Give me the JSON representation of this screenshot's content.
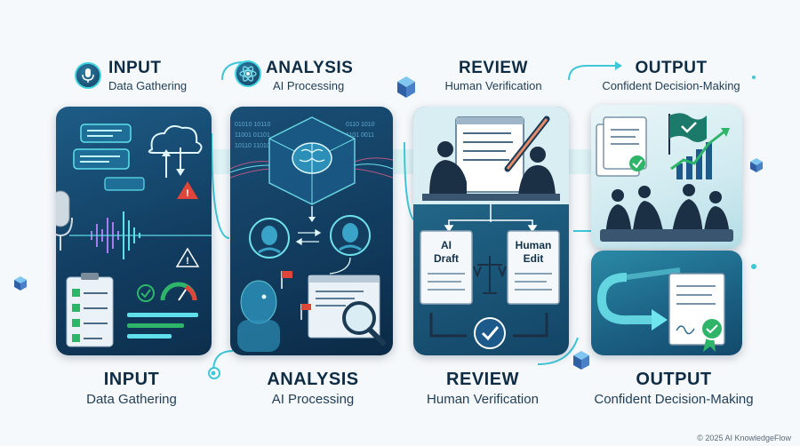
{
  "stages": [
    {
      "id": "input",
      "title": "INPUT",
      "subtitle": "Data Gathering"
    },
    {
      "id": "analysis",
      "title": "ANALYSIS",
      "subtitle": "AI Processing"
    },
    {
      "id": "review",
      "title": "REVIEW",
      "subtitle": "Human Verification"
    },
    {
      "id": "output",
      "title": "OUTPUT",
      "subtitle": "Confident Decision-Making"
    }
  ],
  "review_panel": {
    "ai_draft_label_1": "AI",
    "ai_draft_label_2": "Draft",
    "human_edit_label_1": "Human",
    "human_edit_label_2": "Edit"
  },
  "copyright": "© 2025 AI KnowledgeFlow",
  "colors": {
    "accent": "#3fd4e0",
    "dark_navy": "#0f2c45",
    "alert_red": "#e0453a",
    "check_green": "#2fb56a"
  }
}
